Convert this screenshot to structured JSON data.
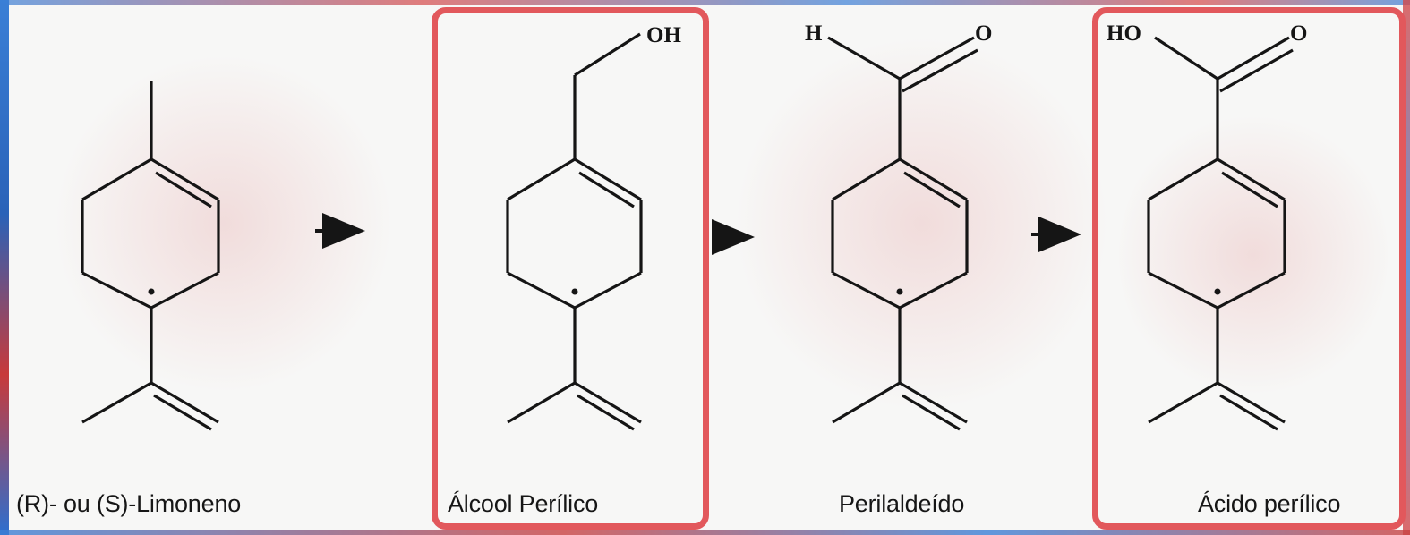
{
  "compounds": [
    {
      "name": "(R)- ou (S)-Limoneno",
      "highlighted": false
    },
    {
      "name": "Álcool Perílico",
      "highlighted": true
    },
    {
      "name": "Perilaldeído",
      "highlighted": false
    },
    {
      "name": "Ácido perílico",
      "highlighted": true
    }
  ],
  "atoms": {
    "alcohol_oh": "OH",
    "aldehyde_h": "H",
    "aldehyde_o": "O",
    "acid_ho": "HO",
    "acid_o": "O"
  },
  "colors": {
    "highlight": "#e2585c",
    "ink": "#151515",
    "background": "#f7f7f6"
  }
}
